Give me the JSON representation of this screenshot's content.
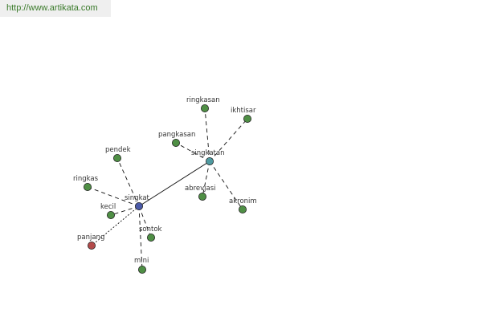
{
  "header": {
    "url": "http://www.artikata.com"
  },
  "colors": {
    "green_node": "#4f8f45",
    "root_node": "#4a5aa8",
    "hub_node": "#4f9aa0",
    "antonym_node": "#b34a4a",
    "node_stroke": "#222222",
    "edge": "#111111"
  },
  "graph": {
    "nodes": [
      {
        "id": "singkat",
        "label": "singkat",
        "kind": "root"
      },
      {
        "id": "singkatan",
        "label": "singkatan",
        "kind": "hub"
      },
      {
        "id": "ringkasan",
        "label": "ringkasan",
        "kind": "term"
      },
      {
        "id": "ikhtisar",
        "label": "ikhtisar",
        "kind": "term"
      },
      {
        "id": "pangkasan",
        "label": "pangkasan",
        "kind": "term"
      },
      {
        "id": "abrevjasi",
        "label": "abrevjasi",
        "kind": "term"
      },
      {
        "id": "akronim",
        "label": "akronim",
        "kind": "term"
      },
      {
        "id": "pendek",
        "label": "pendek",
        "kind": "term"
      },
      {
        "id": "ringkas",
        "label": "ringkas",
        "kind": "term"
      },
      {
        "id": "kecil",
        "label": "kecil",
        "kind": "term"
      },
      {
        "id": "panjang",
        "label": "panjang",
        "kind": "antonym"
      },
      {
        "id": "sontok",
        "label": "sontok",
        "kind": "term"
      },
      {
        "id": "mini",
        "label": "mini",
        "kind": "term"
      }
    ],
    "edges": [
      {
        "from": "singkat",
        "to": "singkatan",
        "style": "solid"
      },
      {
        "from": "singkatan",
        "to": "ringkasan",
        "style": "dashed"
      },
      {
        "from": "singkatan",
        "to": "ikhtisar",
        "style": "dashed"
      },
      {
        "from": "singkatan",
        "to": "pangkasan",
        "style": "dashed"
      },
      {
        "from": "singkatan",
        "to": "abrevjasi",
        "style": "dashed"
      },
      {
        "from": "singkatan",
        "to": "akronim",
        "style": "dashed"
      },
      {
        "from": "singkat",
        "to": "pendek",
        "style": "dashed"
      },
      {
        "from": "singkat",
        "to": "ringkas",
        "style": "dashed"
      },
      {
        "from": "singkat",
        "to": "kecil",
        "style": "dashed"
      },
      {
        "from": "singkat",
        "to": "panjang",
        "style": "dotted"
      },
      {
        "from": "singkat",
        "to": "sontok",
        "style": "dashed"
      },
      {
        "from": "singkat",
        "to": "mini",
        "style": "dashed"
      }
    ]
  }
}
